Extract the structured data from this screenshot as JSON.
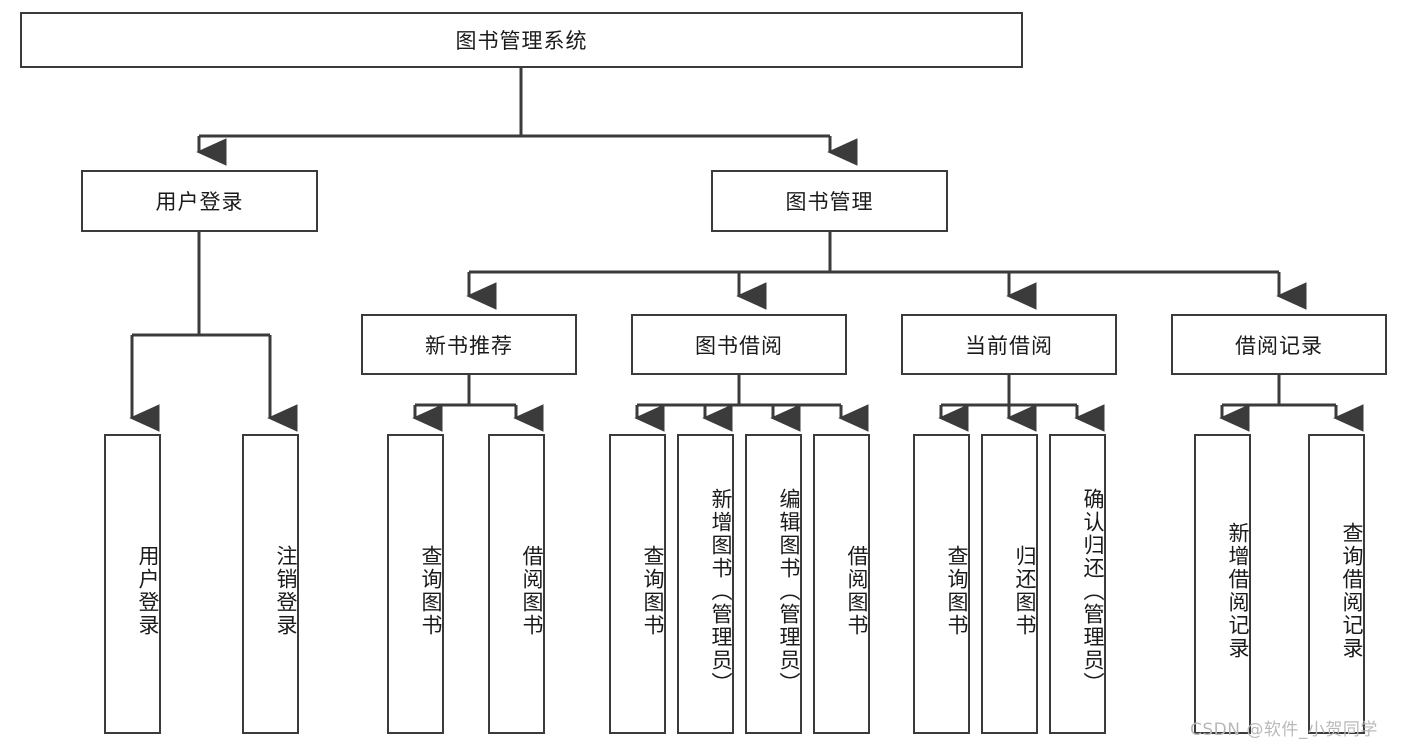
{
  "diagram": {
    "title": "图书管理系统",
    "type": "tree-hierarchy-diagram",
    "root": {
      "label": "图书管理系统",
      "children": [
        {
          "label": "用户登录",
          "children": [
            {
              "label": "用户登录"
            },
            {
              "label": "注销登录"
            }
          ]
        },
        {
          "label": "图书管理",
          "children": [
            {
              "label": "新书推荐",
              "children": [
                {
                  "label": "查询图书"
                },
                {
                  "label": "借阅图书"
                }
              ]
            },
            {
              "label": "图书借阅",
              "children": [
                {
                  "label": "查询图书"
                },
                {
                  "label": "新增图书（管理员）"
                },
                {
                  "label": "编辑图书（管理员）"
                },
                {
                  "label": "借阅图书"
                }
              ]
            },
            {
              "label": "当前借阅",
              "children": [
                {
                  "label": "查询图书"
                },
                {
                  "label": "归还图书"
                },
                {
                  "label": "确认归还（管理员）"
                }
              ]
            },
            {
              "label": "借阅记录",
              "children": [
                {
                  "label": "新增借阅记录"
                },
                {
                  "label": "查询借阅记录"
                }
              ]
            }
          ]
        }
      ]
    }
  },
  "nodes": {
    "root": "图书管理系统",
    "user_login": "用户登录",
    "book_manage": "图书管理",
    "new_book_rec": "新书推荐",
    "book_borrow": "图书借阅",
    "current_borrow": "当前借阅",
    "borrow_record": "借阅记录",
    "leaf_user_login": "用户登录",
    "leaf_logout": "注销登录",
    "leaf_query_book_1": "查询图书",
    "leaf_borrow_book_1": "借阅图书",
    "leaf_query_book_2": "查询图书",
    "leaf_add_book_admin": "新增图书（管理员）",
    "leaf_edit_book_admin": "编辑图书（管理员）",
    "leaf_borrow_book_2": "借阅图书",
    "leaf_query_book_3": "查询图书",
    "leaf_return_book": "归还图书",
    "leaf_confirm_return_admin": "确认归还（管理员）",
    "leaf_add_record": "新增借阅记录",
    "leaf_query_record": "查询借阅记录"
  },
  "watermark": {
    "text": "CSDN @软件_小贺同学"
  },
  "colors": {
    "border": "#3b3b3b",
    "line": "#3b3b3b",
    "background": "#ffffff",
    "text": "#1b1b1b",
    "watermark": "#b9b9b9"
  }
}
